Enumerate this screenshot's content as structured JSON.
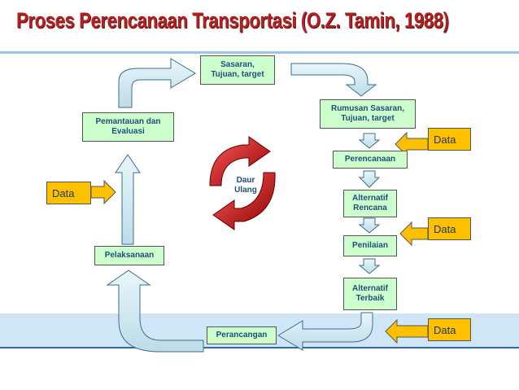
{
  "title": "Proses Perencanaan Transportasi (O.Z. Tamin, 1988)",
  "nodes": {
    "sasaran": "Sasaran,\nTujuan, target",
    "rumusan": "Rumusan Sasaran,\nTujuan, target",
    "perencanaan": "Perencanaan",
    "alternatif_rencana": "Alternatif\nRencana",
    "penilaian": "Penilaian",
    "alternatif_terbaik": "Alternatif\nTerbaik",
    "perancangan": "Perancangan",
    "pelaksanaan": "Pelaksanaan",
    "pemantauan": "Pemantauan dan\nEvaluasi"
  },
  "data_label": "Data",
  "cycle_label": "Daur\nUlang",
  "colors": {
    "title": "#b22222",
    "box_fill": "#ccffcc",
    "data_fill": "#ffc000",
    "arrow_fill": "#dbeef4",
    "cycle": "#c00000"
  },
  "icons": [
    "curved-arrow-icon",
    "down-arrow-icon",
    "right-arrow-icon",
    "cycle-arrows-icon"
  ]
}
